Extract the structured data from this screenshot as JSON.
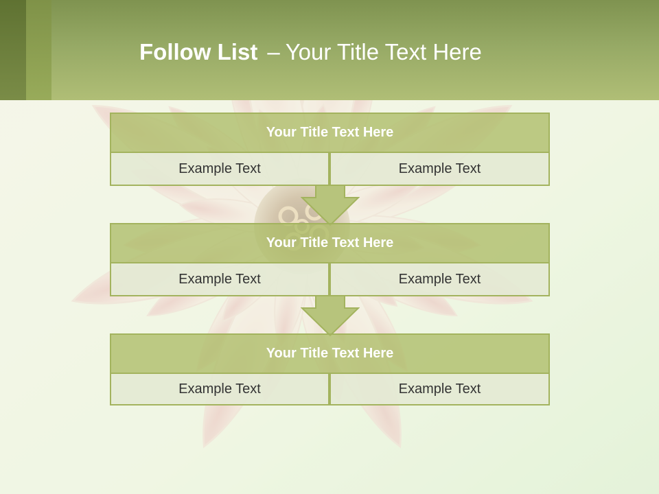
{
  "slide": {
    "title_bold": "Follow List",
    "title_separator": "–",
    "title_rest": "Your Title Text Here"
  },
  "blocks": [
    {
      "title": "Your Title Text Here",
      "left_text": "Example Text",
      "right_text": "Example Text"
    },
    {
      "title": "Your Title Text Here",
      "left_text": "Example Text",
      "right_text": "Example Text"
    },
    {
      "title": "Your Title Text Here",
      "left_text": "Example Text",
      "right_text": "Example Text"
    }
  ],
  "colors": {
    "header_green": "#a3b466",
    "block_border": "#a3b35e",
    "block_title_fill": "#b4c27a",
    "cell_fill": "#e4e9d4",
    "arrow_fill": "#b7c47c"
  }
}
